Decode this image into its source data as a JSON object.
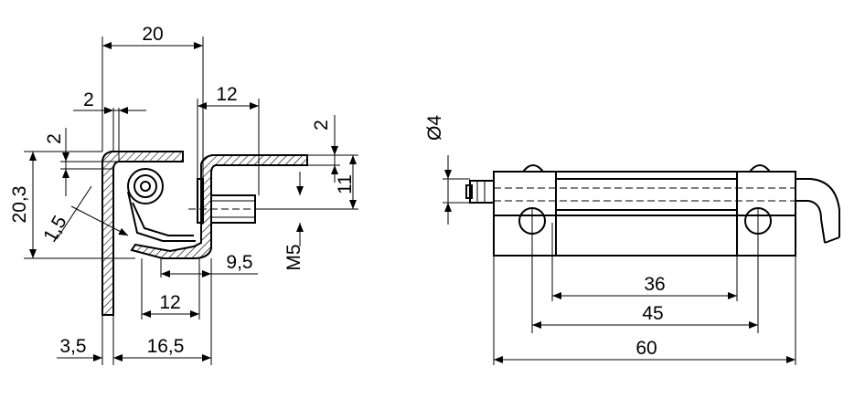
{
  "left_view": {
    "dims": {
      "width_total": "20",
      "wall_thickness_top": "2",
      "leaf_width": "12",
      "thickness_right": "2",
      "thickness_left": "2",
      "height_total": "20,3",
      "bend_thickness": "1,5",
      "slot_height": "11",
      "thread": "M5",
      "offset_9_5": "9,5",
      "bottom_12": "12",
      "offset_3_5": "3,5",
      "offset_16_5": "16,5"
    }
  },
  "right_view": {
    "dims": {
      "pin_diameter": "Ø4",
      "hole_spacing_inner": "36",
      "hole_spacing_outer": "45",
      "length_total": "60"
    }
  }
}
